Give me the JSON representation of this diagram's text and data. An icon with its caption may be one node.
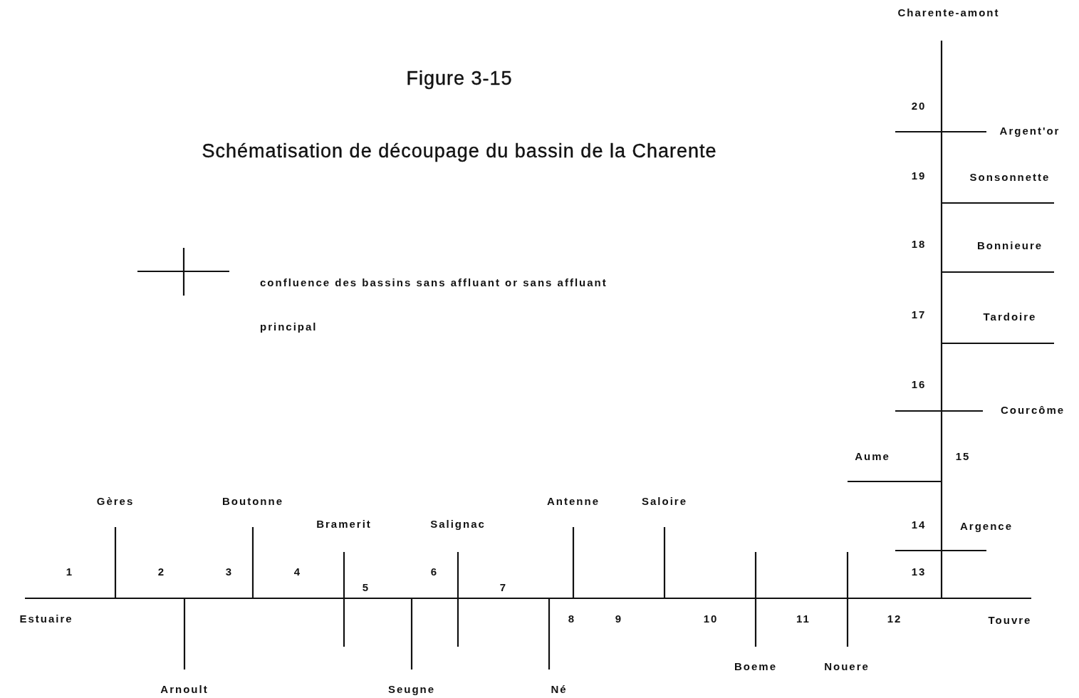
{
  "diagram": {
    "title": "Figure 3-15",
    "caption": "Schématisation de découpage du bassin de la Charente",
    "labels": [
      "Charente-amont",
      "20",
      "Argent'or",
      "19",
      "Sonsonnette",
      "18",
      "Bonnieure",
      "17",
      "Tardoire",
      "16",
      "Courcôme",
      "Aume",
      "15",
      "Gères",
      "Boutonne",
      "Antenne",
      "Saloire",
      "Bramerit",
      "Salignac",
      "14",
      "Argence",
      "1",
      "2",
      "3",
      "4",
      "6",
      "13",
      "5",
      "7",
      "Estuaire",
      "8",
      "9",
      "10",
      "11",
      "12",
      "Touvre",
      "Boeme",
      "Nouere",
      "Arnoult",
      "Seugne",
      "Né"
    ],
    "legend": [
      {
        "text": "confluence des bassins sans affluant or sans affluant principal"
      }
    ]
  }
}
